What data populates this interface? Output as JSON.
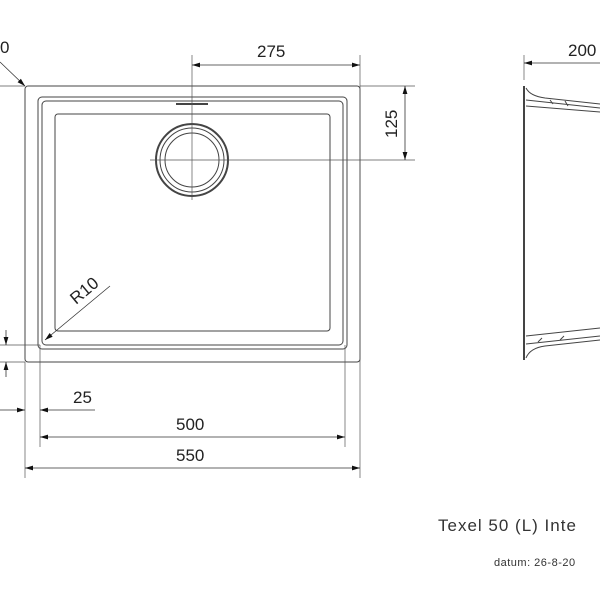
{
  "dimensions": {
    "top_left_cut": "0",
    "half_width": "275",
    "drain_offset": "125",
    "side_depth": "200",
    "radius": "R10",
    "rim": "25",
    "inner_width": "500",
    "outer_width": "550"
  },
  "title_block": {
    "title": "Texel 50 (L) Inte",
    "date": "datum: 26-8-20"
  }
}
